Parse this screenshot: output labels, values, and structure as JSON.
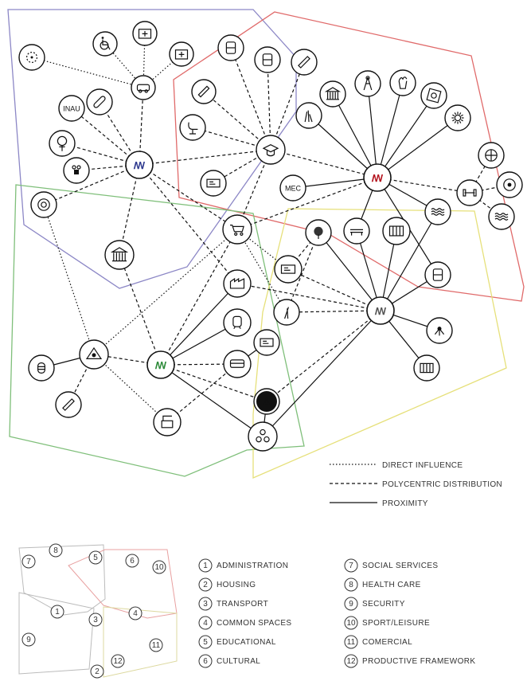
{
  "colors": {
    "zone_blue": "#8c87c6",
    "zone_red": "#e06a6a",
    "zone_green": "#7fbf7a",
    "zone_yellow": "#e6e07a",
    "hub_blue": "#2f3a8f",
    "hub_red": "#b4141e",
    "hub_green": "#2e8b3a",
    "ink": "#111111"
  },
  "hubs": [
    {
      "id": "hub-blue",
      "label": "ꟿ",
      "color": "hub_blue"
    },
    {
      "id": "hub-red",
      "label": "ꟿ",
      "color": "hub_red"
    },
    {
      "id": "hub-green",
      "label": "ꟿ",
      "color": "hub_green"
    },
    {
      "id": "hub-yellow",
      "label": "ꟿ",
      "color": "hub_yellow"
    }
  ],
  "nodes": [
    {
      "id": "inau",
      "label": "INAU",
      "icon": "text"
    },
    {
      "id": "mec",
      "label": "MEC",
      "icon": "text"
    },
    {
      "id": "female",
      "label": "",
      "icon": "female-symbol-icon"
    },
    {
      "id": "wheelchair",
      "label": "",
      "icon": "wheelchair-icon"
    },
    {
      "id": "hospital",
      "label": "",
      "icon": "hospital-icon"
    },
    {
      "id": "firstaid",
      "label": "",
      "icon": "first-aid-kit-icon"
    },
    {
      "id": "ambulance",
      "label": "",
      "icon": "ambulance-icon"
    },
    {
      "id": "bandage",
      "label": "",
      "icon": "bandage-icon"
    },
    {
      "id": "target",
      "label": "",
      "icon": "target-icon"
    },
    {
      "id": "family",
      "label": "",
      "icon": "family-icon"
    },
    {
      "id": "lifebuoy",
      "label": "",
      "icon": "lifebuoy-icon"
    },
    {
      "id": "government",
      "label": "",
      "icon": "government-building-icon"
    },
    {
      "id": "backpack",
      "label": "",
      "icon": "backpack-icon"
    },
    {
      "id": "lockers",
      "label": "",
      "icon": "lockers-icon"
    },
    {
      "id": "pencil",
      "label": "",
      "icon": "pencil-icon"
    },
    {
      "id": "eraser",
      "label": "",
      "icon": "eraser-icon"
    },
    {
      "id": "chair",
      "label": "",
      "icon": "chair-icon"
    },
    {
      "id": "graduation",
      "label": "",
      "icon": "graduation-cap-icon"
    },
    {
      "id": "board",
      "label": "",
      "icon": "blackboard-icon"
    },
    {
      "id": "hands",
      "label": "",
      "icon": "hands-icon"
    },
    {
      "id": "museum",
      "label": "",
      "icon": "museum-icon"
    },
    {
      "id": "tower",
      "label": "",
      "icon": "tower-icon"
    },
    {
      "id": "popcorn",
      "label": "",
      "icon": "popcorn-icon"
    },
    {
      "id": "painting",
      "label": "",
      "icon": "painting-icon"
    },
    {
      "id": "sun",
      "label": "",
      "icon": "sun-icon"
    },
    {
      "id": "basketball",
      "label": "",
      "icon": "basketball-icon"
    },
    {
      "id": "football",
      "label": "",
      "icon": "football-icon"
    },
    {
      "id": "dumbbell",
      "label": "",
      "icon": "dumbbell-icon"
    },
    {
      "id": "swimmer",
      "label": "",
      "icon": "swimmer-icon"
    },
    {
      "id": "cart",
      "label": "",
      "icon": "shopping-cart-icon"
    },
    {
      "id": "tree",
      "label": "",
      "icon": "tree-icon"
    },
    {
      "id": "bench",
      "label": "",
      "icon": "bench-icon"
    },
    {
      "id": "fence",
      "label": "",
      "icon": "fence-icon"
    },
    {
      "id": "water",
      "label": "",
      "icon": "water-icon"
    },
    {
      "id": "kiosk",
      "label": "",
      "icon": "kiosk-icon"
    },
    {
      "id": "stack",
      "label": "",
      "icon": "stack-icon"
    },
    {
      "id": "wheat",
      "label": "",
      "icon": "wheat-icon"
    },
    {
      "id": "factory",
      "label": "",
      "icon": "factory-icon"
    },
    {
      "id": "train",
      "label": "",
      "icon": "train-icon"
    },
    {
      "id": "bus",
      "label": "",
      "icon": "bus-icon"
    },
    {
      "id": "busstop",
      "label": "",
      "icon": "bus-stop-icon"
    },
    {
      "id": "eye",
      "label": "",
      "icon": "surveillance-eye-icon"
    },
    {
      "id": "lamp",
      "label": "",
      "icon": "lantern-icon"
    },
    {
      "id": "rocket",
      "label": "",
      "icon": "rocket-icon"
    },
    {
      "id": "crane",
      "label": "",
      "icon": "crane-icon"
    },
    {
      "id": "compass",
      "label": "",
      "icon": "compass-icon"
    },
    {
      "id": "nodes",
      "label": "",
      "icon": "network-nodes-icon"
    },
    {
      "id": "route",
      "label": "",
      "icon": "route-icon"
    },
    {
      "id": "abacus",
      "label": "",
      "icon": "abacus-icon"
    }
  ],
  "legend": {
    "direct": "DIRECT INFLUENCE",
    "polycentric": "POLYCENTRIC DISTRIBUTION",
    "proximity": "PROXIMITY"
  },
  "key_map_numbers": [
    "7",
    "8",
    "5",
    "6",
    "10",
    "1",
    "3",
    "4",
    "9",
    "11",
    "2",
    "12"
  ],
  "key": [
    {
      "num": "1",
      "label": "ADMINISTRATION"
    },
    {
      "num": "2",
      "label": "HOUSING"
    },
    {
      "num": "3",
      "label": "TRANSPORT"
    },
    {
      "num": "4",
      "label": "COMMON SPACES"
    },
    {
      "num": "5",
      "label": "EDUCATIONAL"
    },
    {
      "num": "6",
      "label": "CULTURAL"
    },
    {
      "num": "7",
      "label": "SOCIAL SERVICES"
    },
    {
      "num": "8",
      "label": "HEALTH CARE"
    },
    {
      "num": "9",
      "label": "SECURITY"
    },
    {
      "num": "10",
      "label": "SPORT/LEISURE"
    },
    {
      "num": "11",
      "label": "COMERCIAL"
    },
    {
      "num": "12",
      "label": "PRODUCTIVE FRAMEWORK"
    }
  ]
}
